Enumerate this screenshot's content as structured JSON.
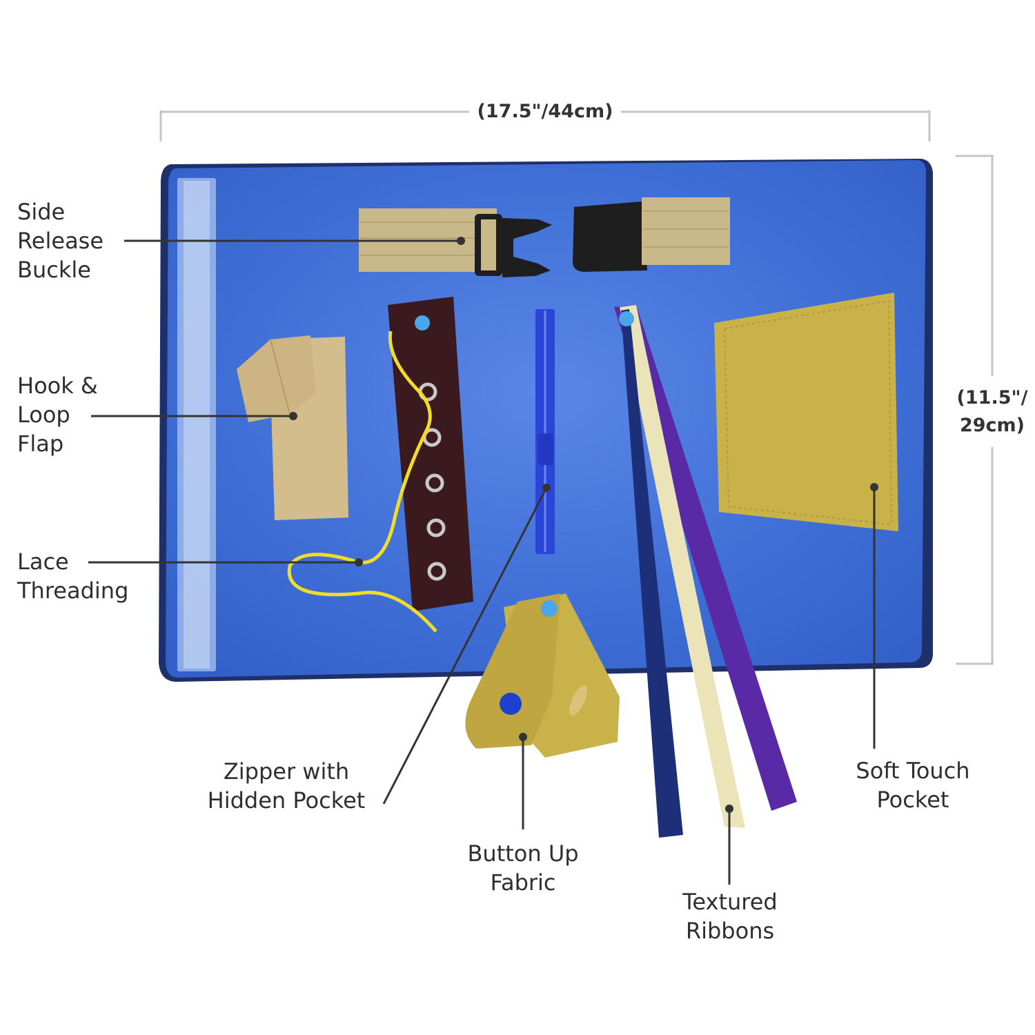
{
  "dimensions": {
    "width_label": "(17.5\"/44cm)",
    "height_label_line1": "(11.5\"/",
    "height_label_line2": "29cm)"
  },
  "callouts": {
    "side_release_buckle": [
      "Side",
      "Release",
      "Buckle"
    ],
    "hook_loop_flap": [
      "Hook &",
      "Loop",
      "Flap"
    ],
    "lace_threading": [
      "Lace",
      "Threading"
    ],
    "zipper": [
      "Zipper with",
      "Hidden Pocket"
    ],
    "button_up": [
      "Button Up",
      "Fabric"
    ],
    "textured_ribbons": [
      "Textured",
      "Ribbons"
    ],
    "soft_touch_pocket": [
      "Soft Touch",
      "Pocket"
    ]
  },
  "colors": {
    "mat": "#3f6fd6",
    "mat_edge": "#1f2f6a",
    "strap": "#c9b98a",
    "buckle": "#1e1e1e",
    "lace_strip": "#3a1a1e",
    "lace": "#f2dc2a",
    "snap": "#4aa6e6",
    "zipper": "#2a46d8",
    "ribbon_purple": "#5a2aa6",
    "ribbon_cream": "#ebe4b8",
    "ribbon_navy": "#1e2f7a",
    "pocket": "#c9b24a",
    "button": "#1f3fd0",
    "leader": "#333333",
    "dim_line": "#c4c4c4"
  }
}
